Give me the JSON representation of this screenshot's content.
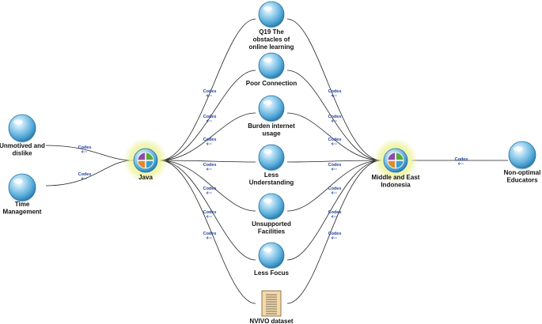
{
  "left_nodes": [
    {
      "id": "unmotived",
      "label": [
        "Unmotived and",
        "dislike"
      ],
      "edge": "Codes"
    },
    {
      "id": "time",
      "label": [
        "Time",
        "Management"
      ],
      "edge": "Codes"
    }
  ],
  "hub_left": {
    "label": [
      "Java"
    ]
  },
  "middle_nodes": [
    {
      "id": "q19",
      "label": [
        "Q19 The",
        "obstacles of",
        "online learning"
      ],
      "shape": "sphere",
      "edge_in": "",
      "edge_out": ""
    },
    {
      "id": "poor",
      "label": [
        "Poor Connection"
      ],
      "shape": "sphere",
      "edge_in": "Codes",
      "edge_out": "Codes"
    },
    {
      "id": "burden",
      "label": [
        "Burden internet",
        "usage"
      ],
      "shape": "sphere",
      "edge_in": "Codes",
      "edge_out": "Codes"
    },
    {
      "id": "less_und",
      "label": [
        "Less",
        "Understanding"
      ],
      "shape": "sphere",
      "edge_in": "Codes",
      "edge_out": "Codes"
    },
    {
      "id": "unsupported",
      "label": [
        "Unsupported",
        "Facilities"
      ],
      "shape": "sphere",
      "edge_in": "Codes",
      "edge_out": "Codes"
    },
    {
      "id": "focus",
      "label": [
        "Less Focus"
      ],
      "shape": "sphere",
      "edge_in": "Codes",
      "edge_out": "Codes"
    },
    {
      "id": "nvivo",
      "label": [
        "NVIVO dataset"
      ],
      "shape": "document",
      "edge_in": "",
      "edge_out": ""
    }
  ],
  "extra_edge_labels": {
    "left_fan": [
      "Codes",
      "Codes",
      "Codes",
      "Codes",
      "Codes",
      "Codes",
      "Codes"
    ],
    "right_fan": [
      "Codes",
      "Codes",
      "Codes",
      "Codes",
      "Codes",
      "Codes",
      "Codes"
    ]
  },
  "hub_right": {
    "label": [
      "Middle and East",
      "Indonesia"
    ]
  },
  "right_node": {
    "label": [
      "Non-optimal",
      "Educators"
    ],
    "edge": "Codes"
  },
  "colors": {
    "sphere_light": "#bfe3f6",
    "sphere_mid": "#5fb0dc",
    "sphere_dark": "#2a7fb4",
    "hub_glow": "#eef3a0",
    "edge_line": "#222222",
    "edge_label": "#1f3f9a",
    "quad_purple": "#8e4aa8",
    "quad_green": "#5aaa3a",
    "quad_orange": "#e08a2a",
    "quad_teal": "#3a9fcf",
    "doc_fill": "#f5d9a8"
  }
}
